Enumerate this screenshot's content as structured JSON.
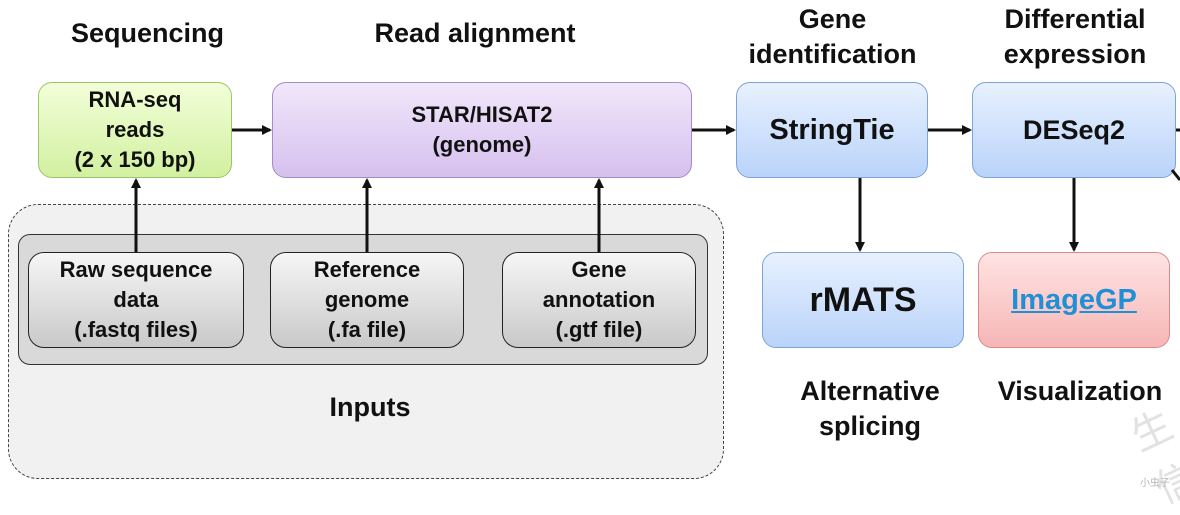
{
  "headers": {
    "sequencing": "Sequencing",
    "read_alignment": "Read alignment",
    "gene_identification": "Gene\nidentification",
    "differential_expression": "Differential\nexpression",
    "alternative_splicing": "Alternative\nsplicing",
    "visualization": "Visualization",
    "inputs": "Inputs"
  },
  "nodes": {
    "rnaseq": "RNA-seq\nreads\n(2 x 150 bp)",
    "aligner": "STAR/HISAT2\n(genome)",
    "stringtie": "StringTie",
    "deseq2": "DESeq2",
    "rmats": "rMATS",
    "imagegp": "ImageGP",
    "raw_data": "Raw sequence\ndata\n(.fastq files)",
    "reference": "Reference\ngenome\n(.fa file)",
    "annotation": "Gene\nannotation\n(.gtf file)"
  },
  "colors": {
    "sequencing_box": "#d2f0a0",
    "alignment_box": "#d6c0ee",
    "tool_box": "#b9d3f9",
    "visualization_box": "#f6b6b6",
    "input_box": "#c9c9c9",
    "link": "#1f8fd6"
  },
  "watermark": {
    "main": "生信",
    "small": "小虫子"
  }
}
